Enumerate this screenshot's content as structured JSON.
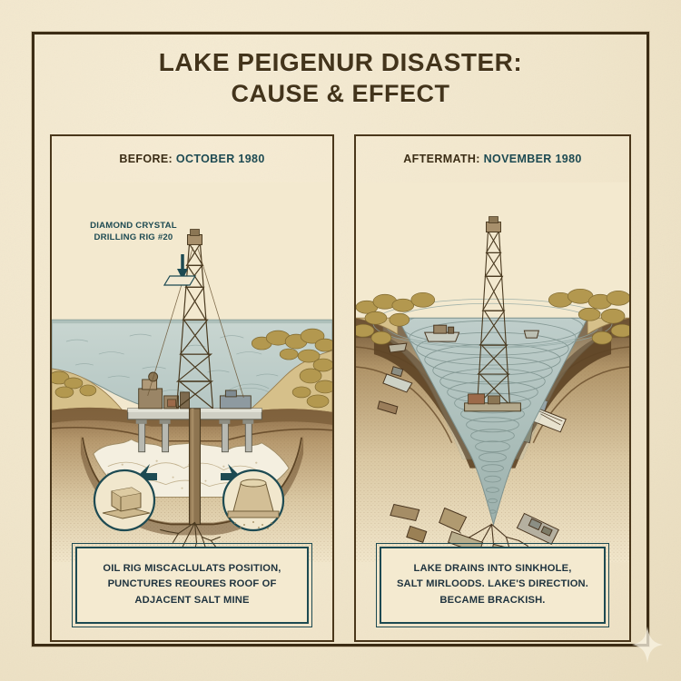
{
  "poster": {
    "title": {
      "line1": "LAKE PEIGENUR DISASTER:",
      "line2": "CAUSE & EFFECT"
    },
    "background_color": "#f1e6cb",
    "frame_color": "#3c2c14",
    "accent_teal": "#1d4a52",
    "ink_brown": "#43341b"
  },
  "panels": [
    {
      "id": "before",
      "header_label": "BEFORE:",
      "header_date": "OCTOBER 1980",
      "annotation": {
        "line1": "DIAMOND CRYSTAL",
        "line2": "DRILLING RIG #20"
      },
      "scene_name": "drilling-rig-over-lake-with-salt-dome",
      "inset_icons": [
        {
          "name": "salt-block-icon",
          "label": "salt block"
        },
        {
          "name": "salt-dome-icon",
          "label": "salt dome"
        }
      ],
      "caption": [
        "OIL RIG MISCACLULATS POSITION,",
        "PUNCTURES REOURES ROOF OF",
        "ADJACENT SALT MINE"
      ]
    },
    {
      "id": "after",
      "header_label": "AFTERMATH:",
      "header_date": "NOVEMBER 1980",
      "annotation": null,
      "scene_name": "whirlpool-sinkhole-draining-lake",
      "inset_icons": [],
      "caption": [
        "LAKE DRAINS INTO SINKHOLE,",
        "SALT MIRLOODS. LAKE'S DIRECTION.",
        "BECAME BRACKISH."
      ]
    }
  ],
  "watermark": {
    "name": "sparkle-icon",
    "position": "bottom-right"
  },
  "palette": {
    "water": "#c3d1cd",
    "water_dark": "#9fb3b1",
    "soil_top": "#8a6a45",
    "soil_mid": "#c9ab7e",
    "soil_deep": "#e3d3ae",
    "salt_white": "#f2ecdc",
    "vegetation": "#b9a263",
    "rig_ink": "#4a3a20"
  }
}
